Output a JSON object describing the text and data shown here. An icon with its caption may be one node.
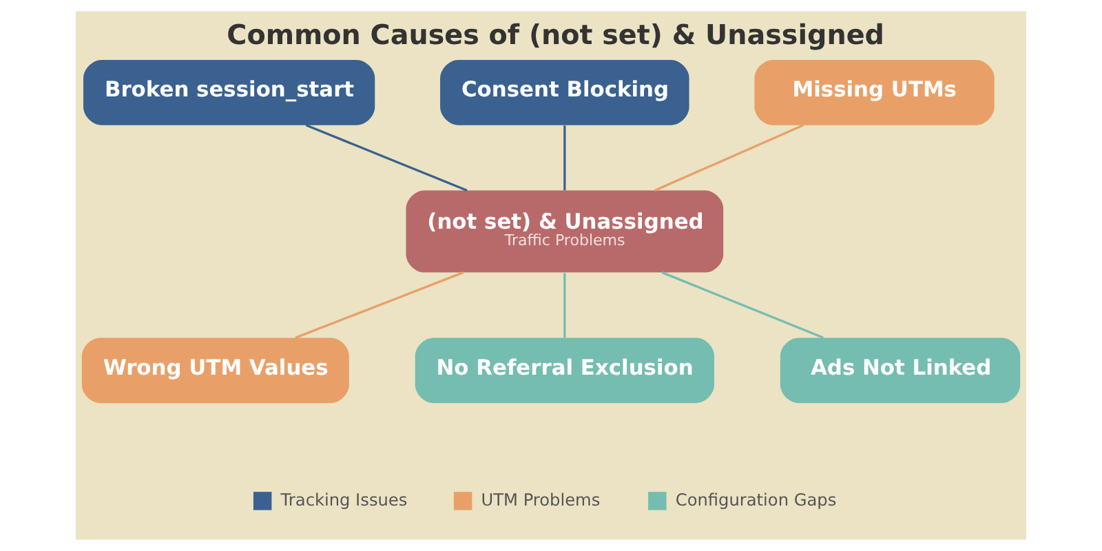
{
  "diagram": {
    "title": "Common Causes of (not set) & Unassigned",
    "nodes": [
      {
        "text": [
          "Broken session_start"
        ]
      },
      {
        "text": [
          "Consent Blocking"
        ]
      },
      {
        "text": [
          "Missing UTMs"
        ]
      },
      {
        "text": [
          "(not set) & Unassigned",
          "Traffic Problems"
        ]
      },
      {
        "text": [
          "Wrong UTM Values"
        ]
      },
      {
        "text": [
          "No Referral Exclusion"
        ]
      },
      {
        "text": [
          "Ads Not Linked"
        ]
      }
    ],
    "edges": [
      {
        "from": 0,
        "to": 3,
        "arrow": "none",
        "color": "#3a6190"
      },
      {
        "from": 1,
        "to": 3,
        "arrow": "none",
        "color": "#3a6190"
      },
      {
        "from": 2,
        "to": 3,
        "arrow": "none",
        "color": "#e8a068"
      },
      {
        "from": 3,
        "to": 4,
        "arrow": "none",
        "color": "#e8a068"
      },
      {
        "from": 3,
        "to": 5,
        "arrow": "none",
        "color": "#74bdb0"
      },
      {
        "from": 3,
        "to": 6,
        "arrow": "none",
        "color": "#74bdb0"
      }
    ],
    "legend": [
      {
        "text": "Tracking Issues",
        "color": "#3a6190"
      },
      {
        "text": "UTM Problems",
        "color": "#e8a068"
      },
      {
        "text": "Configuration Gaps",
        "color": "#74bdb0"
      }
    ]
  }
}
